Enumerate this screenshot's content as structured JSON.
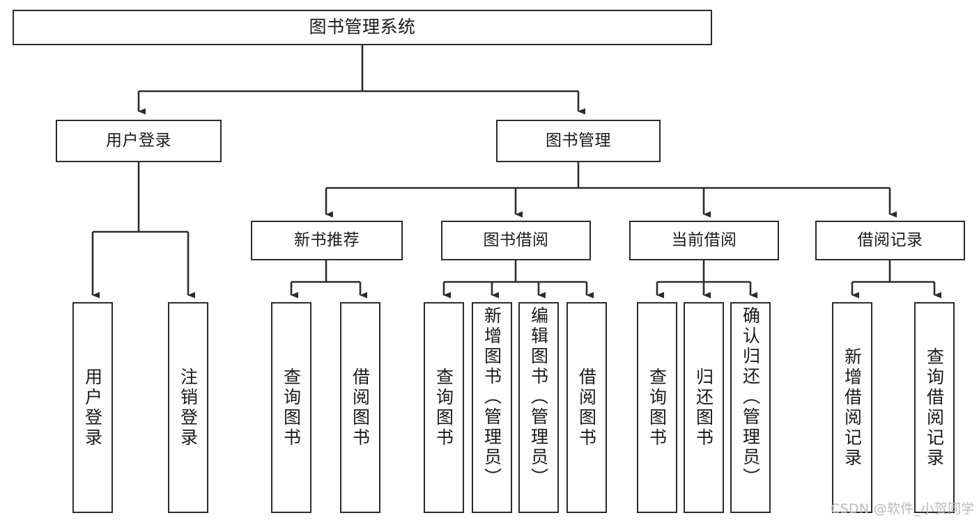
{
  "diagram": {
    "title": "图书管理系统",
    "type": "hierarchy-tree",
    "orientation": "top-down",
    "colors": {
      "background": "#ffffff",
      "box_border": "#2b2b2b",
      "box_fill": "#ffffff",
      "text": "#1a1a1a",
      "connector": "#2b2b2b",
      "watermark": "#b9b9b9"
    },
    "watermark": "CSDN @软件_小贺同学",
    "levels": {
      "root": {
        "label": "图书管理系统"
      },
      "level2": [
        {
          "label": "用户登录"
        },
        {
          "label": "图书管理"
        }
      ],
      "level3": [
        {
          "label": "新书推荐"
        },
        {
          "label": "图书借阅"
        },
        {
          "label": "当前借阅"
        },
        {
          "label": "借阅记录"
        }
      ],
      "leaves": {
        "user_login": [
          {
            "label": "用户登录"
          },
          {
            "label": "注销登录"
          }
        ],
        "new_book_recommend": [
          {
            "label": "查询图书"
          },
          {
            "label": "借阅图书"
          }
        ],
        "book_borrow": [
          {
            "label": "查询图书"
          },
          {
            "label": "新增图书（管理员）"
          },
          {
            "label": "编辑图书（管理员）"
          },
          {
            "label": "借阅图书"
          }
        ],
        "current_borrow": [
          {
            "label": "查询图书"
          },
          {
            "label": "归还图书"
          },
          {
            "label": "确认归还（管理员）"
          }
        ],
        "borrow_record": [
          {
            "label": "新增借阅记录"
          },
          {
            "label": "查询借阅记录"
          }
        ]
      }
    }
  }
}
